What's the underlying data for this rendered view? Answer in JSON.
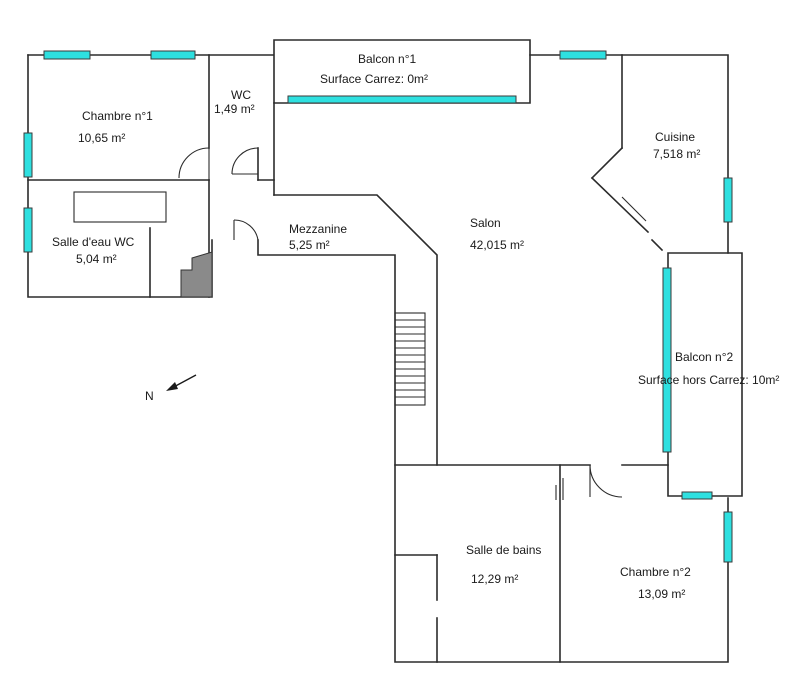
{
  "rooms": {
    "chambre1": {
      "name": "Chambre n°1",
      "area": "10,65  m²"
    },
    "wc": {
      "name": "WC",
      "area": "1,49  m²"
    },
    "balcon1": {
      "name": "Balcon n°1",
      "area": "Surface Carrez: 0m²"
    },
    "salle_eau": {
      "name": "Salle d'eau WC",
      "area": "5,04  m²"
    },
    "mezzanine": {
      "name": "Mezzanine",
      "area": "5,25  m²"
    },
    "salon": {
      "name": "Salon",
      "area": "42,015  m²"
    },
    "cuisine": {
      "name": "Cuisine",
      "area": "7,518  m²"
    },
    "balcon2": {
      "name": "Balcon n°2",
      "area": "Surface hors Carrez: 10m²"
    },
    "salle_bains": {
      "name": "Salle de bains",
      "area": "12,29  m²"
    },
    "chambre2": {
      "name": "Chambre n°2",
      "area": "13,09  m²"
    }
  },
  "compass": {
    "label": "N"
  },
  "colors": {
    "window": "#2ee0e0",
    "wall": "#2b2b2b",
    "stair_shaft": "#8a8a8a"
  }
}
